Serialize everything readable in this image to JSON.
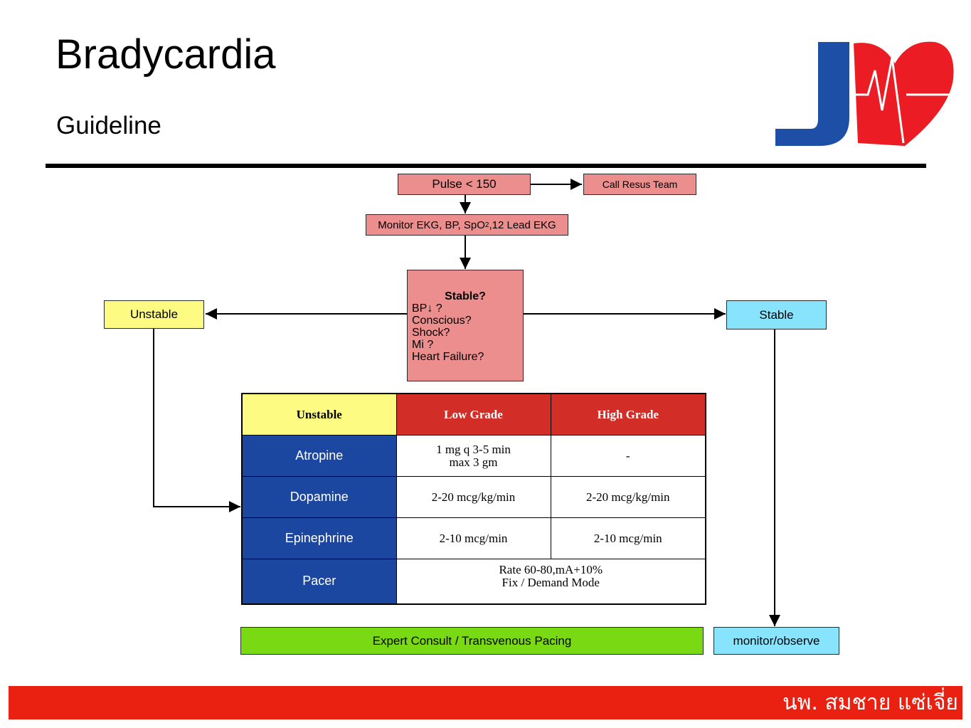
{
  "header": {
    "title": "Bradycardia",
    "subtitle": "Guideline",
    "logo": "jd-heart-ekg-logo"
  },
  "flow": {
    "pulse": "Pulse < 150",
    "call_team": "Call Resus Team",
    "monitor": {
      "prefix": "Monitor EKG, BP, SpO",
      "subscript": "2",
      "suffix": ",12 Lead EKG"
    },
    "stable_question": {
      "title": "Stable?",
      "lines": [
        "BP↓ ?",
        "Conscious?",
        "Shock?",
        "Mi ?",
        "Heart Failure?"
      ]
    },
    "unstable": "Unstable",
    "stable": "Stable",
    "expert": "Expert Consult / Transvenous Pacing",
    "observe": "monitor/observe"
  },
  "table": {
    "headers": [
      "Unstable",
      "Low Grade",
      "High Grade"
    ],
    "rows": [
      {
        "drug": "Atropine",
        "low": [
          "1 mg q 3-5 min",
          "max 3 gm"
        ],
        "high": "-"
      },
      {
        "drug": "Dopamine",
        "low": [
          "2-20 mcg/kg/min"
        ],
        "high": "2-20 mcg/kg/min"
      },
      {
        "drug": "Epinephrine",
        "low": [
          "2-10 mcg/min"
        ],
        "high": "2-10 mcg/min"
      }
    ],
    "pacer": {
      "drug": "Pacer",
      "lines": [
        "Rate 60-80,mA+10%",
        "Fix / Demand Mode"
      ]
    }
  },
  "footer": {
    "author": "นพ. สมชาย แซ่เจี่ย"
  },
  "colors": {
    "pink_box": "#ec8e8d",
    "unstable_yellow": "#fefb82",
    "stable_cyan": "#88e4fd",
    "expert_green": "#79d913",
    "table_header_red": "#d32d27",
    "drug_blue": "#1c47a0",
    "footer_red": "#ea2010",
    "logo_blue": "#1c4fa5",
    "logo_red": "#ec1c24"
  }
}
